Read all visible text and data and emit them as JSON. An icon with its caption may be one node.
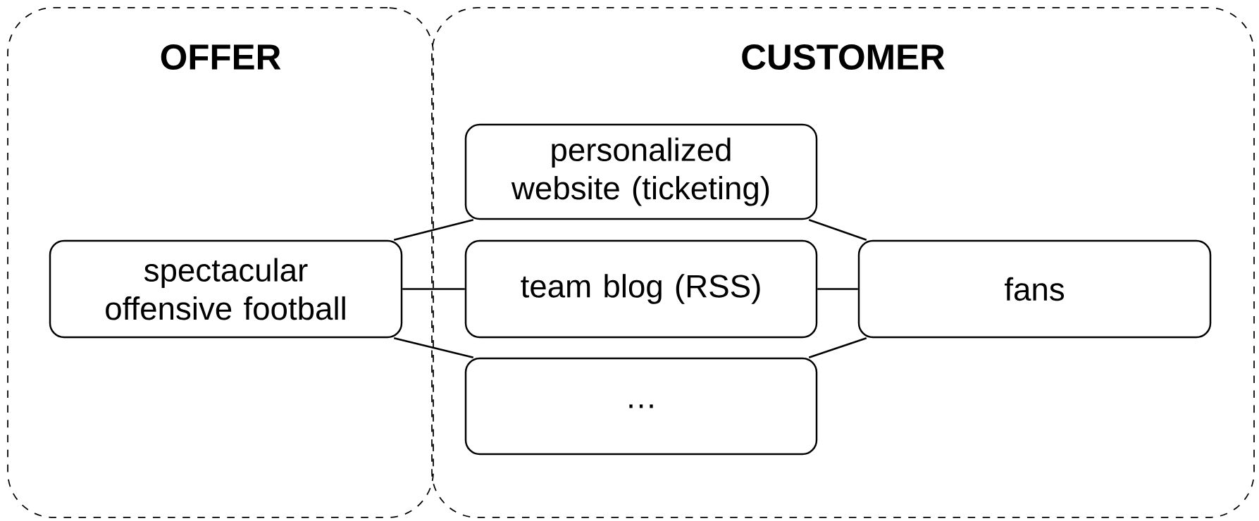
{
  "diagram": {
    "nodes": [
      {
        "text": [
          "OFFER"
        ]
      },
      {
        "text": [
          "spectacular offensive football"
        ],
        "in": 0
      },
      {
        "text": [
          "CUSTOMER"
        ]
      },
      {
        "text": [
          "personalized website (ticketing)"
        ],
        "in": 2
      },
      {
        "text": [
          "team blog (RSS)"
        ],
        "in": 2
      },
      {
        "text": [
          "…"
        ],
        "in": 2
      },
      {
        "text": [
          "fans"
        ],
        "in": 2
      }
    ],
    "edges": [
      {
        "from": 1,
        "to": 3,
        "arrow": "none"
      },
      {
        "from": 1,
        "to": 4,
        "arrow": "none"
      },
      {
        "from": 1,
        "to": 5,
        "arrow": "none"
      },
      {
        "from": 3,
        "to": 6,
        "arrow": "none"
      },
      {
        "from": 4,
        "to": 6,
        "arrow": "none"
      },
      {
        "from": 5,
        "to": 6,
        "arrow": "none"
      }
    ]
  }
}
